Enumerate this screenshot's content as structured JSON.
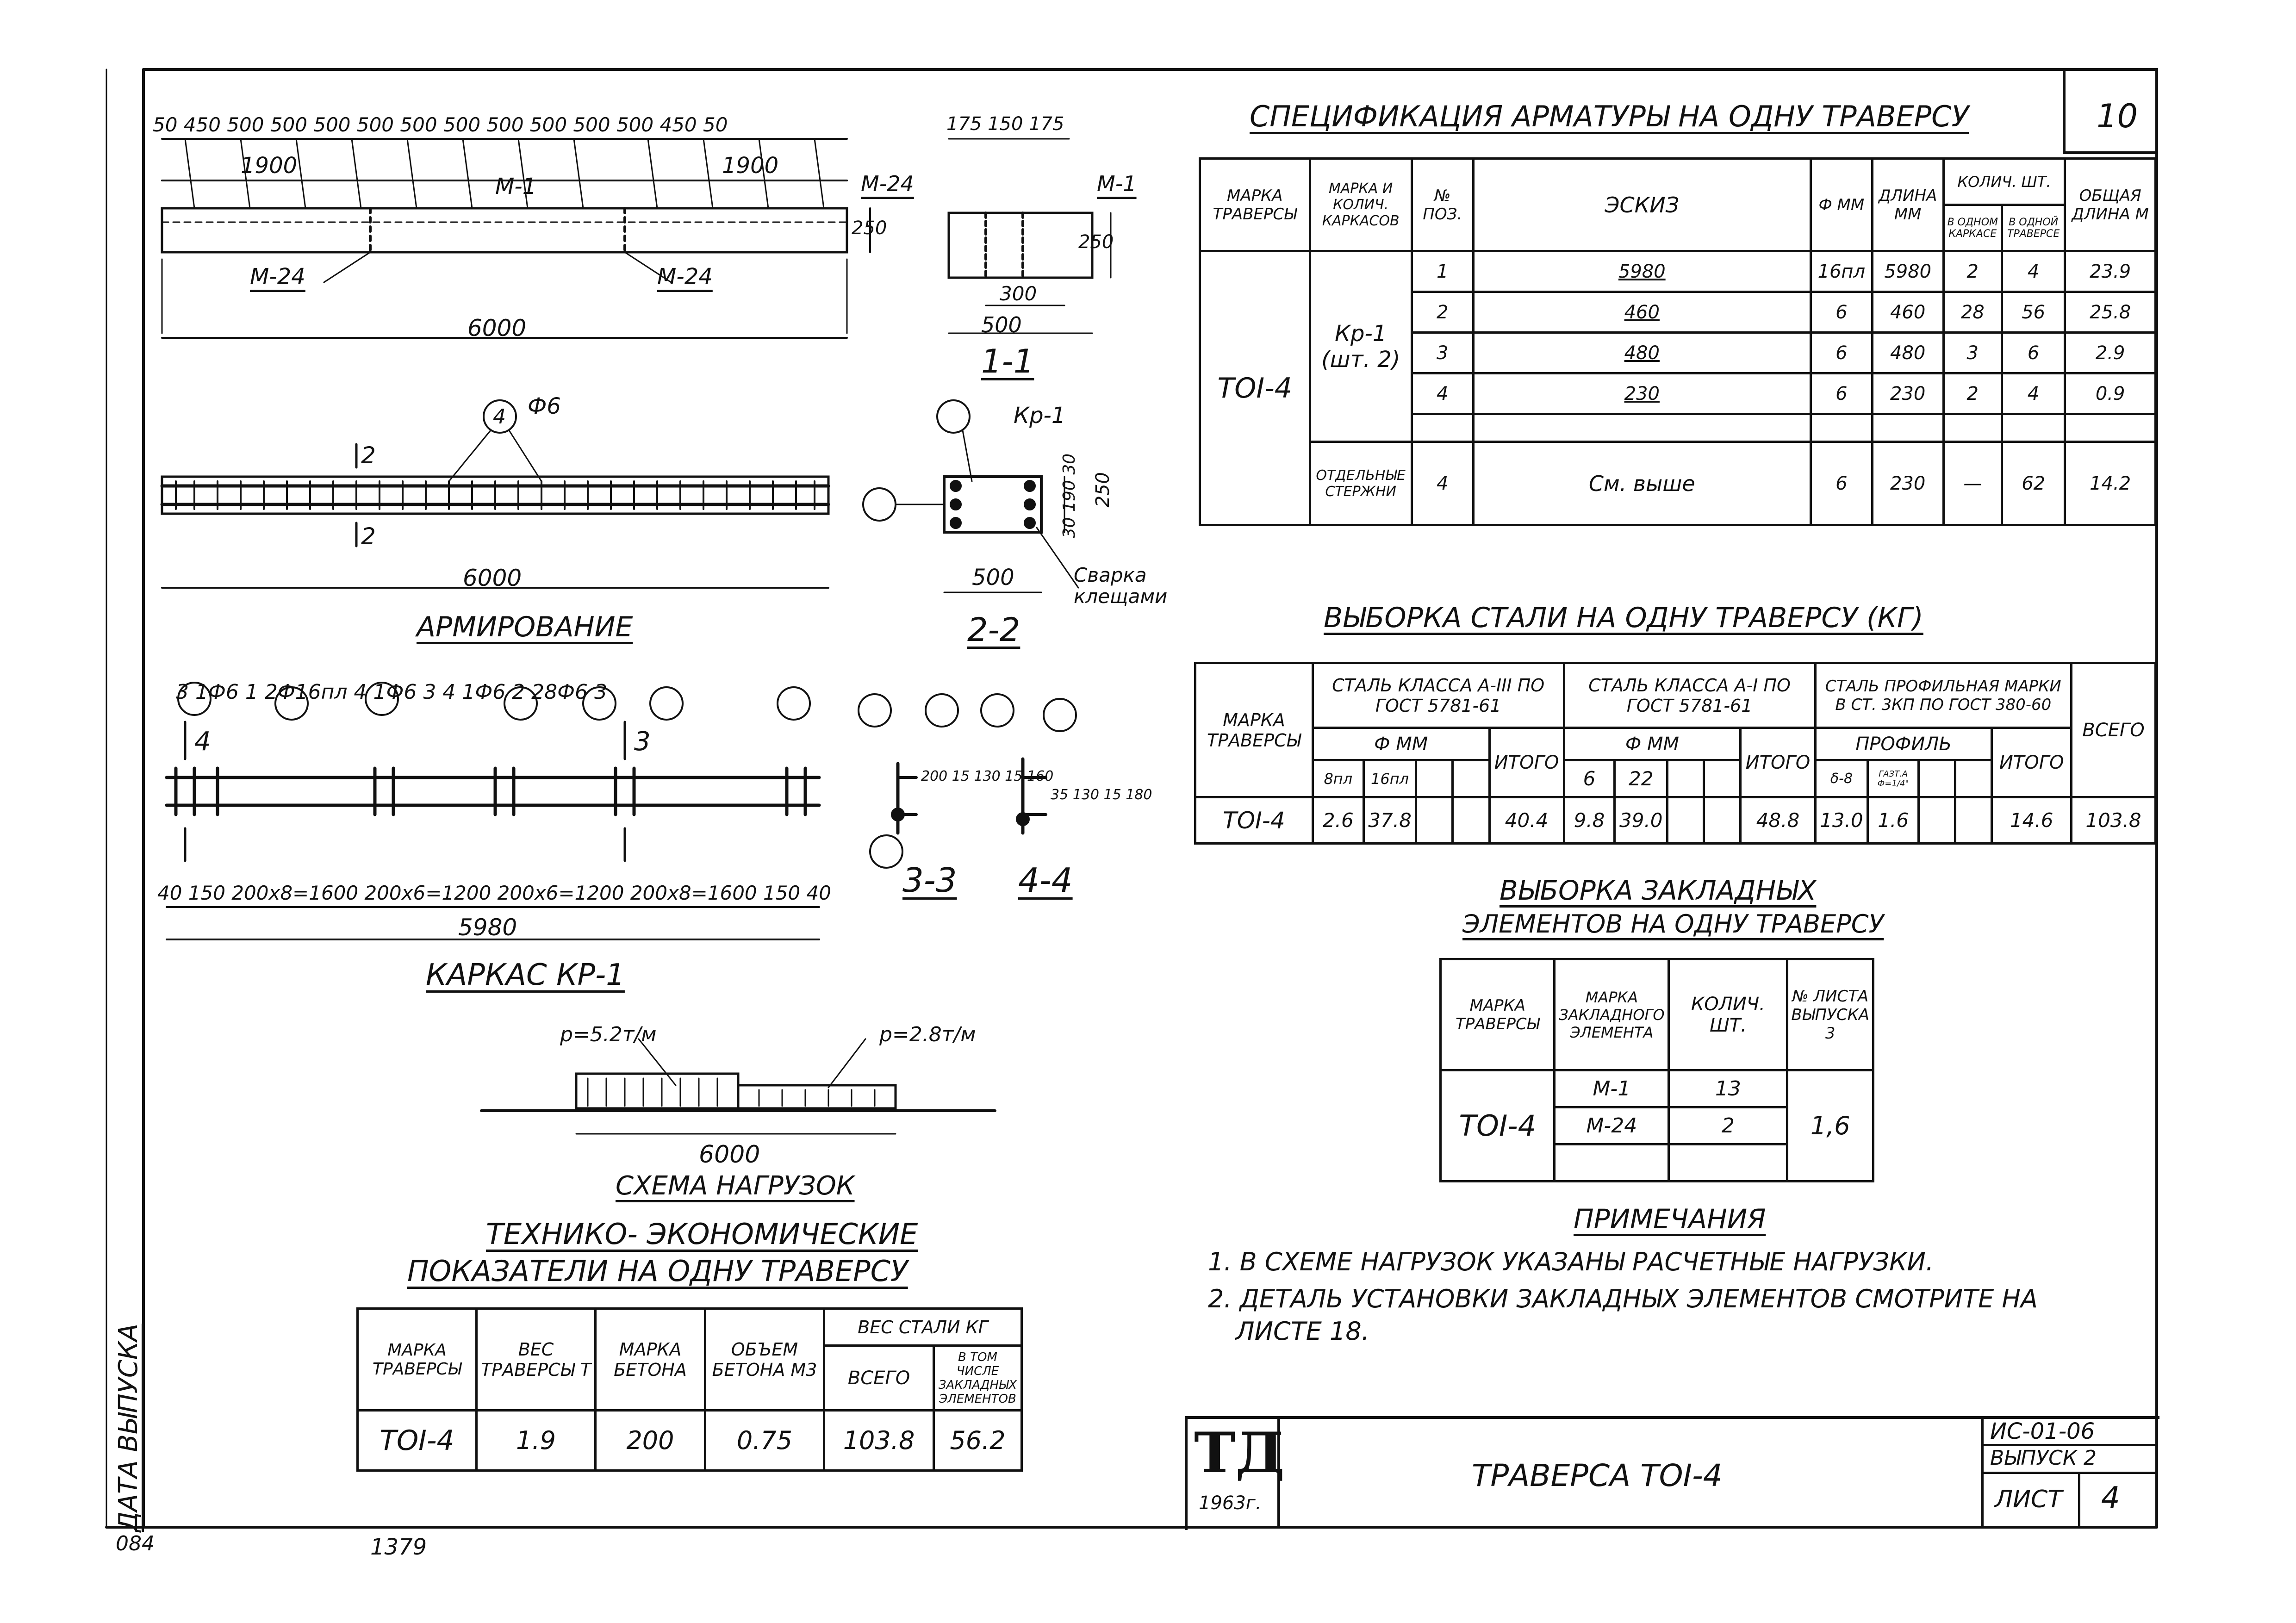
{
  "sheet": {
    "number": "10",
    "code": "ИС-01-06",
    "issue": "ВЫПУСК 2",
    "list_label": "ЛИСТ",
    "list_number": "4",
    "title": "ТРАВЕРСА ТОI-4",
    "logo": "ТД",
    "year": "1963г.",
    "side_label": "ДАТА ВЫПУСКА",
    "bottom_left": "084",
    "bottom_num": "1379"
  },
  "drawing_texts": {
    "top_dims": "50 450 500 500 500 500 500 500 500 500 500 500 450 50",
    "dim_1900_l": "1900",
    "dim_1900_r": "1900",
    "m1": "М-1",
    "m24_a": "М-24",
    "m24_b": "М-24",
    "dim_250": "250",
    "dim_6000_a": "6000",
    "sec1_dims": "175 150 175",
    "sec1_m24": "М-24",
    "sec1_m1": "М-1",
    "sec1_300": "300",
    "sec1_500": "500",
    "sec1_250": "250",
    "sec1_label": "1-1",
    "phi6": "Ф6",
    "circle4": "4",
    "mark_2a": "2",
    "mark_2b": "2",
    "dim_6000_b": "6000",
    "armir_label": "АРМИРОВАНИЕ",
    "sec2_kr1": "Кр-1",
    "sec2_dims": "30 190 30",
    "sec2_250": "250",
    "sec2_500": "500",
    "sec2_weld": "Сварка клещами",
    "sec2_label": "2-2",
    "fr_callouts": "3 1Ф6   1 2Ф16пл   4 1Ф6   3   4 1Ф6   2 28Ф6   3",
    "fr_mark4": "4",
    "fr_mark3": "3",
    "fr_dims": "40 150 200x8=1600  200x6=1200  200x6=1200  200x8=1600 150 40",
    "fr_5980": "5980",
    "frame_label": "КАРКАС КР-1",
    "sec3_label": "3-3",
    "sec4_label": "4-4",
    "sec3_dims": "200 15 130 15 160",
    "sec4_dims": "35 130 15 180",
    "load_p1": "p=5.2т/м",
    "load_p2": "p=2.8т/м",
    "load_6000": "6000",
    "load_label": "СХЕМА НАГРУЗОК"
  },
  "spec": {
    "title": "СПЕЦИФИКАЦИЯ АРМАТУРЫ НА ОДНУ ТРАВЕРСУ",
    "headers": [
      "МАРКА ТРАВЕРСЫ",
      "МАРКА И КОЛИЧ. КАРКАСОВ",
      "№ ПОЗ.",
      "ЭСКИЗ",
      "Ф ММ",
      "ДЛИНА ММ",
      "В ОДНОМ КАРКАСЕ",
      "В ОДНОЙ ТРАВЕРСЕ",
      "ОБЩАЯ ДЛИНА М"
    ],
    "qty_header": "КОЛИЧ. ШТ.",
    "traverse": "ТОI-4",
    "frame": "Кр-1",
    "frame_qty": "(шт. 2)",
    "separate": "ОТДЕЛЬНЫЕ СТЕРЖНИ",
    "rows": [
      {
        "pos": "1",
        "sketch": "5980",
        "dia": "16пл",
        "len": "5980",
        "q1": "2",
        "q2": "4",
        "total": "23.9"
      },
      {
        "pos": "2",
        "sketch": "460",
        "dia": "6",
        "len": "460",
        "q1": "28",
        "q2": "56",
        "total": "25.8"
      },
      {
        "pos": "3",
        "sketch": "480",
        "dia": "6",
        "len": "480",
        "q1": "3",
        "q2": "6",
        "total": "2.9"
      },
      {
        "pos": "4",
        "sketch": "230",
        "dia": "6",
        "len": "230",
        "q1": "2",
        "q2": "4",
        "total": "0.9"
      }
    ],
    "sep_row": {
      "pos": "4",
      "sketch": "См. выше",
      "dia": "6",
      "len": "230",
      "q1": "—",
      "q2": "62",
      "total": "14.2"
    }
  },
  "steel": {
    "title": "ВЫБОРКА СТАЛИ НА ОДНУ ТРАВЕРСУ (КГ)",
    "h_mark": "МАРКА ТРАВЕРСЫ",
    "h_a3": "СТАЛЬ КЛАССА А-III ПО ГОСТ 5781-61",
    "h_a1": "СТАЛЬ КЛАССА А-I ПО ГОСТ 5781-61",
    "h_prof": "СТАЛЬ ПРОФИЛЬНАЯ МАРКИ В СТ. 3КП ПО ГОСТ 380-60",
    "h_total": "ВСЕГО",
    "h_dia": "Ф ММ",
    "h_profile": "ПРОФИЛЬ",
    "h_itogo": "ИТОГО",
    "sub_a3": [
      "8пл",
      "16пл"
    ],
    "sub_a1": [
      "6",
      "22"
    ],
    "sub_prof": [
      "δ-8",
      "ГАЗТ.А Ф=1/4\""
    ],
    "row": {
      "mark": "ТОI-4",
      "a3": [
        "2.6",
        "37.8"
      ],
      "a3_total": "40.4",
      "a1": [
        "9.8",
        "39.0"
      ],
      "a1_total": "48.8",
      "prof": [
        "13.0",
        "1.6"
      ],
      "prof_total": "14.6",
      "total": "103.8"
    }
  },
  "embedded": {
    "title_1": "ВЫБОРКА ЗАКЛАДНЫХ",
    "title_2": "ЭЛЕМЕНТОВ НА ОДНУ ТРАВЕРСУ",
    "headers": [
      "МАРКА ТРАВЕРСЫ",
      "МАРКА ЗАКЛАДНОГО ЭЛЕМЕНТА",
      "КОЛИЧ. ШТ.",
      "№ ЛИСТА ВЫПУСКА 3"
    ],
    "traverse": "ТОI-4",
    "rows": [
      {
        "el": "М-1",
        "qty": "13"
      },
      {
        "el": "М-24",
        "qty": "2"
      }
    ],
    "sheet_ref": "1,6"
  },
  "notes": {
    "title": "ПРИМЕЧАНИЯ",
    "items": [
      "1. В СХЕМЕ НАГРУЗОК УКАЗАНЫ РАСЧЕТНЫЕ НАГРУЗКИ.",
      "2. ДЕТАЛЬ УСТАНОВКИ ЗАКЛАДНЫХ ЭЛЕМЕНТОВ СМОТРИТЕ НА",
      "ЛИСТЕ 18."
    ]
  },
  "tech": {
    "title_1": "ТЕХНИКО- ЭКОНОМИЧЕСКИЕ",
    "title_2": "ПОКАЗАТЕЛИ НА ОДНУ ТРАВЕРСУ",
    "headers": [
      "МАРКА ТРАВЕРСЫ",
      "ВЕС ТРАВЕРСЫ Т",
      "МАРКА БЕТОНА",
      "ОБЪЕМ БЕТОНА М3",
      "ВСЕГО",
      "В ТОМ ЧИСЛЕ ЗАКЛАДНЫХ ЭЛЕМЕНТОВ"
    ],
    "steel_weight": "ВЕС СТАЛИ КГ",
    "row": [
      "ТОI-4",
      "1.9",
      "200",
      "0.75",
      "103.8",
      "56.2"
    ]
  }
}
